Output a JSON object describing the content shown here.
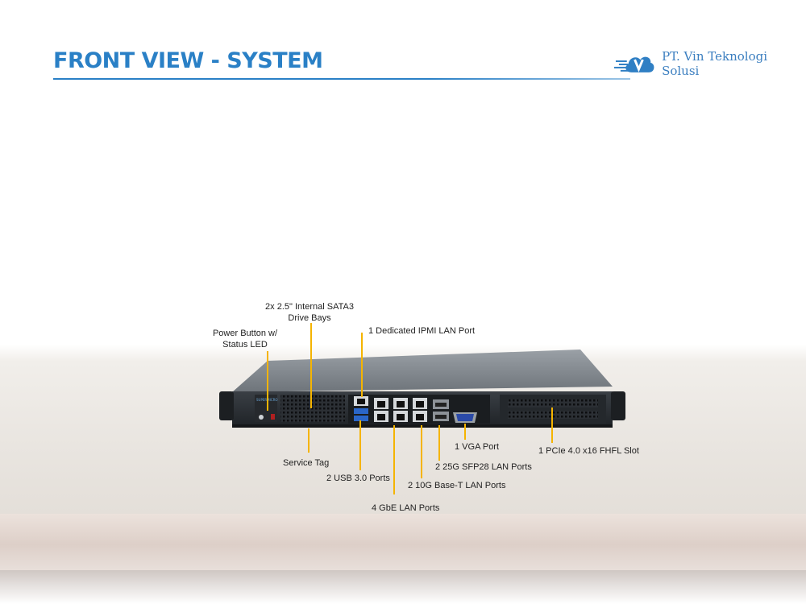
{
  "page": {
    "title": "FRONT VIEW - SYSTEM",
    "brand": {
      "logo_icon": "v-cloud-logo-icon",
      "name": "PT. Vin Teknologi Solusi"
    }
  },
  "colors": {
    "title": "#2a80c6",
    "leader_line": "#f5b400",
    "chassis": "#2b3036"
  },
  "callouts": {
    "drive_bays": {
      "line1": "2x 2.5\" Internal  SATA3",
      "line2": "Drive Bays"
    },
    "power_button": {
      "line1": "Power Button w/",
      "line2": "Status LED"
    },
    "ipmi": "1 Dedicated IPMI  LAN Port",
    "service_tag": "Service Tag",
    "usb": "2 USB 3.0 Ports",
    "vga": "1 VGA Port",
    "pcie": "1 PCIe 4.0 x16 FHFL Slot",
    "sfp28": "2 25G SFP28 LAN Ports",
    "base_t": "2 10G Base-T LAN Ports",
    "gbe": "4 GbE LAN Ports"
  }
}
